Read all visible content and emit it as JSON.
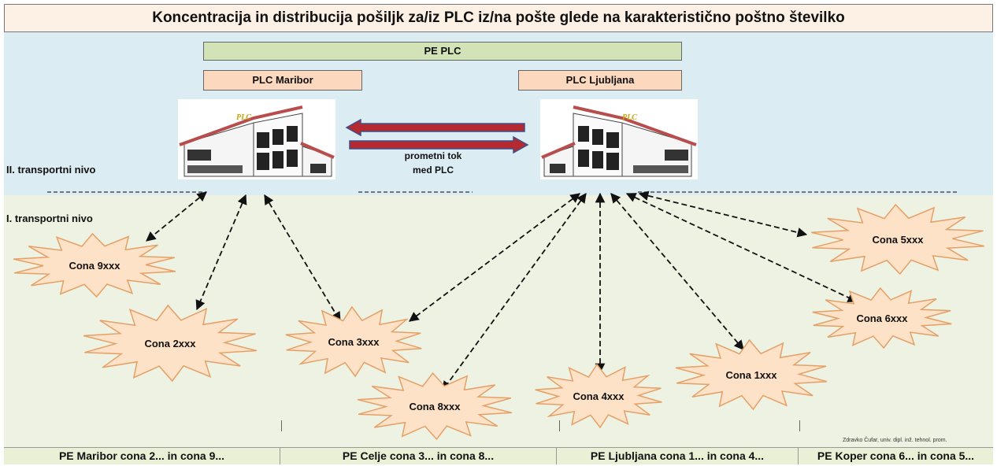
{
  "title": "Koncentracija in distribucija pošiljk za/iz PLC iz/na pošte glede na karakteristično poštno številko",
  "pe_plc": "PE PLC",
  "plc_maribor": "PLC Maribor",
  "plc_ljubljana": "PLC Ljubljana",
  "building_logo": "PLC",
  "level2": "II. transportni nivo",
  "level1": "I. transportni nivo",
  "flow_line1": "prometni tok",
  "flow_line2": "med PLC",
  "cones": [
    {
      "id": "9",
      "label": "Cona 9xxx"
    },
    {
      "id": "2",
      "label": "Cona 2xxx"
    },
    {
      "id": "3",
      "label": "Cona 3xxx"
    },
    {
      "id": "8",
      "label": "Cona 8xxx"
    },
    {
      "id": "4",
      "label": "Cona 4xxx"
    },
    {
      "id": "1",
      "label": "Cona 1xxx"
    },
    {
      "id": "6",
      "label": "Cona 6xxx"
    },
    {
      "id": "5",
      "label": "Cona 5xxx"
    }
  ],
  "footer": [
    "PE Maribor cona 2... in cona 9...",
    "PE Celje cona 3... in cona 8...",
    "PE Ljubljana cona 1... in cona 4...",
    "PE Koper cona 6... in cona 5..."
  ],
  "credit": "Zdravko Čufar, univ. dipl. inž. tehnol. prom.",
  "colors": {
    "upper_bg": "#dcecf3",
    "lower_bg": "#eef2e2",
    "star_fill": "#fde2c8",
    "star_stroke": "#e4a066",
    "arrow_red": "#b52a30",
    "arrow_stroke": "#3b4f8a"
  }
}
